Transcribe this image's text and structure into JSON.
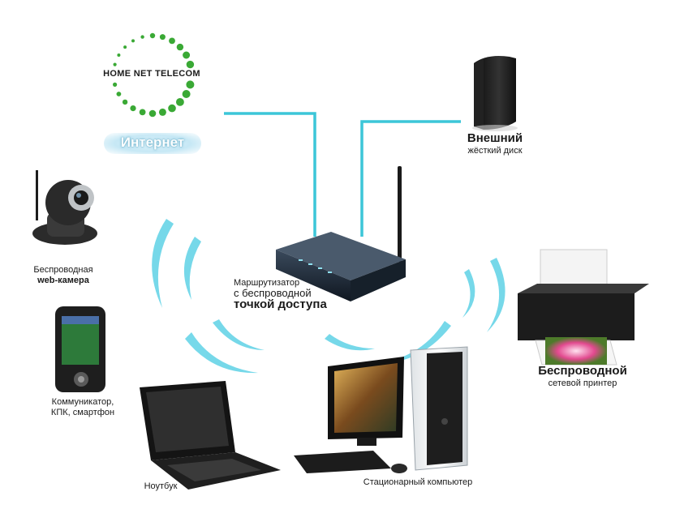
{
  "logo": {
    "text": "HOME NET TELECOM",
    "dots_color": "#3aa935"
  },
  "internet_label": "Интернет",
  "colors": {
    "link": "#3cc6d8",
    "wave": "#5fd2e6"
  },
  "nodes": {
    "external_disk": {
      "line1": "Внешний",
      "line2": "жёсткий диск"
    },
    "camera": {
      "line1": "Беспроводная",
      "line2": "web-камера"
    },
    "router": {
      "line1": "Маршрутизатор",
      "line2": "с беспроводной",
      "line3": "точкой доступа"
    },
    "printer": {
      "line1": "Беспроводной",
      "line2": "сетевой принтер"
    },
    "phone": {
      "line1": "Коммуникатор,",
      "line2": "КПК, смартфон"
    },
    "laptop": {
      "line1": "Ноутбук"
    },
    "desktop": {
      "line1": "Стационарный компьютер"
    }
  }
}
